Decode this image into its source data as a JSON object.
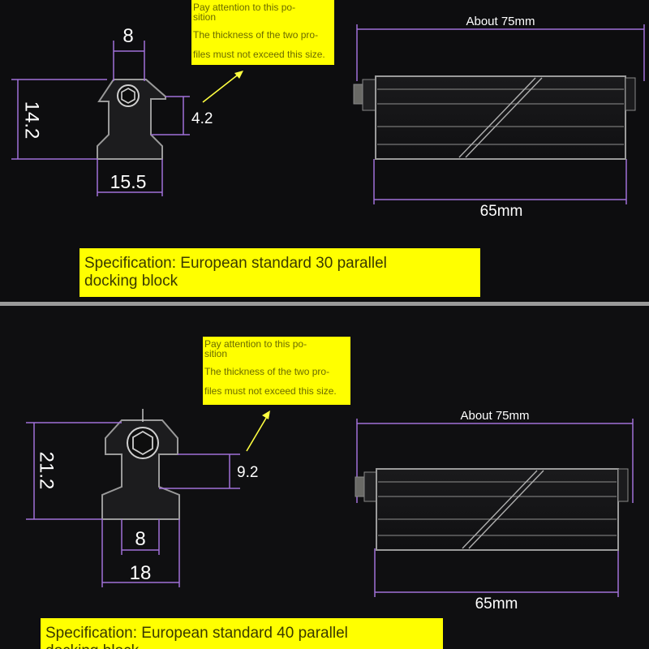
{
  "panels": [
    {
      "attention_note": {
        "line1": "Pay attention to this po-",
        "line2": "sition",
        "line3": "The thickness of the two pro-",
        "line4": "files must not exceed this size."
      },
      "dimensions": {
        "top_width": "8",
        "height": "14.2",
        "slot_thickness": "4.2",
        "bottom_width": "15.5",
        "overall_length": "About 75mm",
        "body_length": "65mm"
      },
      "specification": {
        "line1": "Specification: European standard 30 parallel",
        "line2": "docking block"
      }
    },
    {
      "attention_note": {
        "line1": "Pay attention to this po-",
        "line2": "sition",
        "line3": "The thickness of the two pro-",
        "line4": "files must not exceed this size."
      },
      "dimensions": {
        "height": "21.2",
        "slot_thickness": "9.2",
        "neck_width": "8",
        "bottom_width": "18",
        "overall_length": "About 75mm",
        "body_length": "65mm"
      },
      "specification": {
        "line1": "Specification: European standard 40 parallel",
        "line2": "docking block"
      }
    }
  ],
  "colors": {
    "background": "#0d0d0f",
    "dimension_line": "#a070d8",
    "highlight": "#ffff00",
    "divider": "#9a9a9a",
    "arrow": "#ffff40"
  }
}
